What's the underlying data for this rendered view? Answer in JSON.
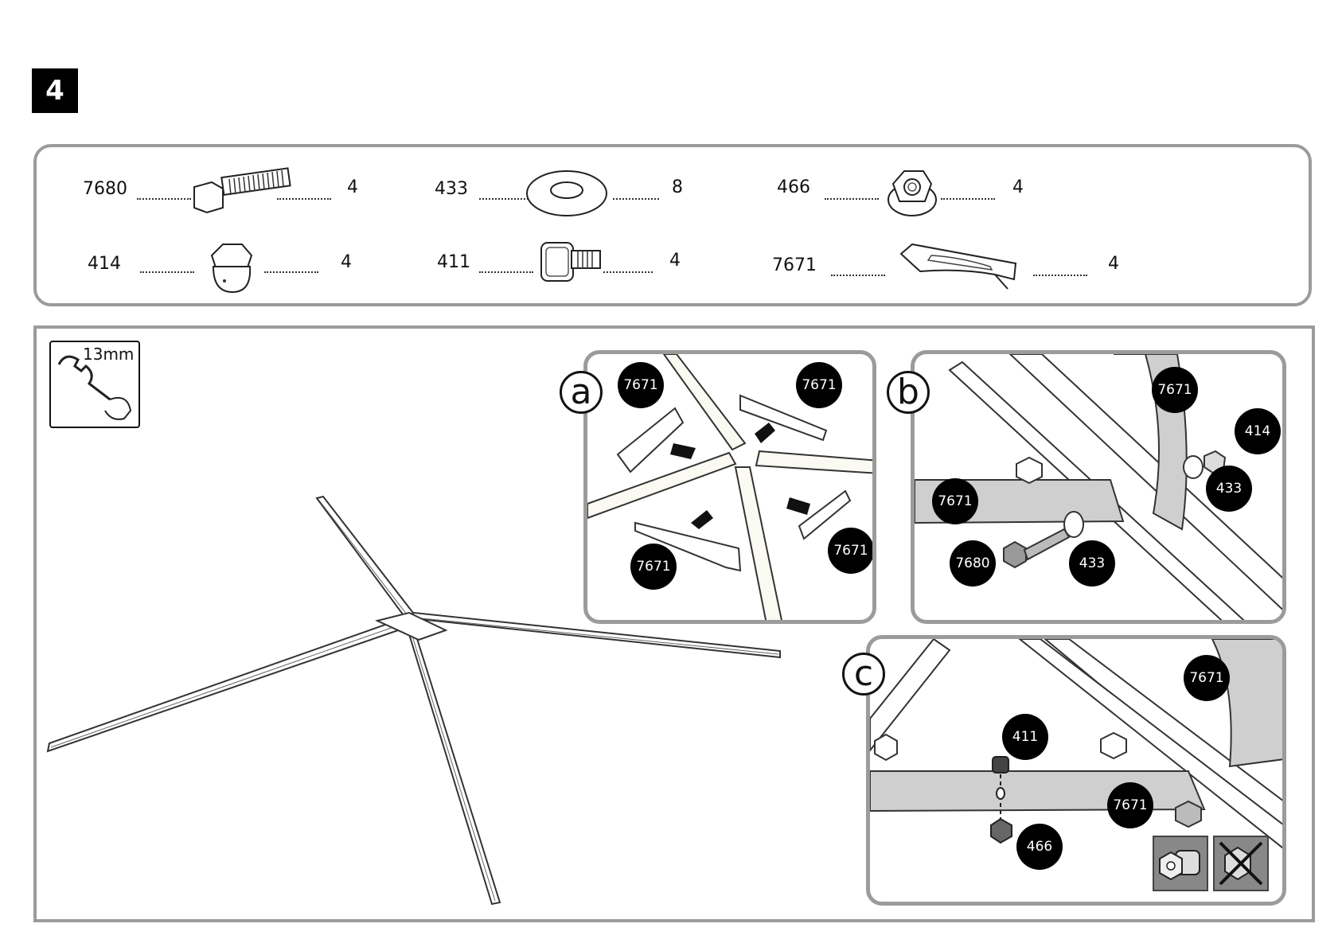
{
  "step": {
    "number": "4"
  },
  "parts": [
    {
      "id": "7680",
      "qty": "4",
      "icon": "hex-bolt-icon"
    },
    {
      "id": "433",
      "qty": "8",
      "icon": "washer-icon"
    },
    {
      "id": "466",
      "qty": "4",
      "icon": "flange-nut-icon"
    },
    {
      "id": "414",
      "qty": "4",
      "icon": "cap-nut-icon"
    },
    {
      "id": "411",
      "qty": "4",
      "icon": "square-neck-bolt-icon"
    },
    {
      "id": "7671",
      "qty": "4",
      "icon": "corner-bracket-icon"
    }
  ],
  "tool": {
    "label": "13mm",
    "icon": "wrench-icon"
  },
  "details": {
    "a": {
      "letter": "a",
      "tags": [
        "7671",
        "7671",
        "7671",
        "7671"
      ]
    },
    "b": {
      "letter": "b",
      "tags": [
        "7671",
        "414",
        "433",
        "7671",
        "7680",
        "433"
      ]
    },
    "c": {
      "letter": "c",
      "tags": [
        "7671",
        "411",
        "7671",
        "466"
      ]
    }
  }
}
